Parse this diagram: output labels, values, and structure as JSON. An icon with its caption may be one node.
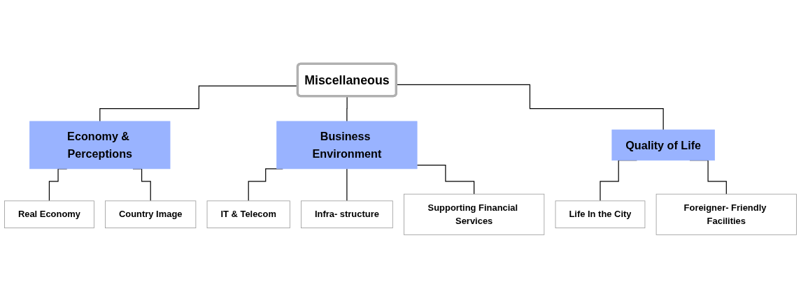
{
  "diagram": {
    "nodes": [
      {
        "text": [
          "Miscellaneous"
        ]
      },
      {
        "text": [
          "Economy & Perceptions"
        ]
      },
      {
        "text": [
          "Business Environment"
        ]
      },
      {
        "text": [
          "Quality of Life"
        ]
      },
      {
        "text": [
          "Real Economy"
        ]
      },
      {
        "text": [
          "Country Image"
        ]
      },
      {
        "text": [
          "IT & Telecom"
        ]
      },
      {
        "text": [
          "Infra- structure"
        ]
      },
      {
        "text": [
          "Supporting Financial Services"
        ]
      },
      {
        "text": [
          "Life In the City"
        ]
      },
      {
        "text": [
          "Foreigner- Friendly Facilities"
        ]
      }
    ],
    "edges": [
      {
        "from": 0,
        "to": 1,
        "arrow": "none"
      },
      {
        "from": 0,
        "to": 2,
        "arrow": "none"
      },
      {
        "from": 0,
        "to": 3,
        "arrow": "none"
      },
      {
        "from": 1,
        "to": 4,
        "arrow": "none"
      },
      {
        "from": 1,
        "to": 5,
        "arrow": "none"
      },
      {
        "from": 2,
        "to": 6,
        "arrow": "none"
      },
      {
        "from": 2,
        "to": 7,
        "arrow": "none"
      },
      {
        "from": 2,
        "to": 8,
        "arrow": "none"
      },
      {
        "from": 3,
        "to": 9,
        "arrow": "none"
      },
      {
        "from": 3,
        "to": 10,
        "arrow": "none"
      }
    ]
  }
}
